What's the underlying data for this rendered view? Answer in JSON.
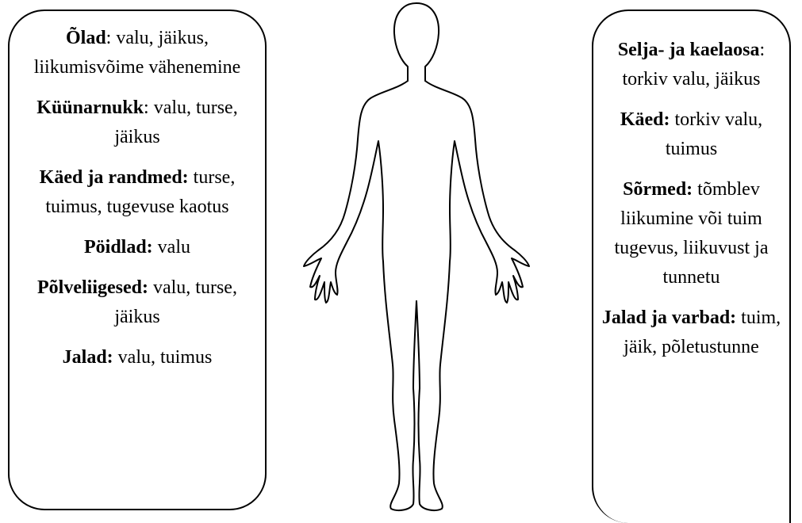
{
  "left_box": {
    "entries": [
      {
        "term": "Õlad",
        "sep": ":",
        "text": " valu, jäikus, liikumisvõime vähenemine"
      },
      {
        "term": "Küünarnukk",
        "sep": ":",
        "text": " valu, turse, jäikus"
      },
      {
        "term": "Käed ja randmed:",
        "sep": "",
        "text": " turse, tuimus, tugevuse kaotus"
      },
      {
        "term": "Pöidlad:",
        "sep": "",
        "text": " valu"
      },
      {
        "term": "Põlveliigesed:",
        "sep": "",
        "text": " valu, turse, jäikus"
      },
      {
        "term": "Jalad:",
        "sep": "",
        "text": " valu, tuimus"
      }
    ]
  },
  "right_box": {
    "entries": [
      {
        "term": "Selja- ja kaelaosa",
        "sep": ":",
        "text": " torkiv valu, jäikus"
      },
      {
        "term": "Käed:",
        "sep": "",
        "text": " torkiv valu, tuimus"
      },
      {
        "term": "Sõrmed:",
        "sep": "",
        "text": " tõmblev liikumine või tuim tugevus, liikuvust ja tunnetu"
      },
      {
        "term": "Jalad ja varbad:",
        "sep": "",
        "text": " tuim, jäik, põletustunne"
      }
    ]
  },
  "figure": {
    "icon": "human-body-outline-icon",
    "stroke_color": "#000000"
  }
}
